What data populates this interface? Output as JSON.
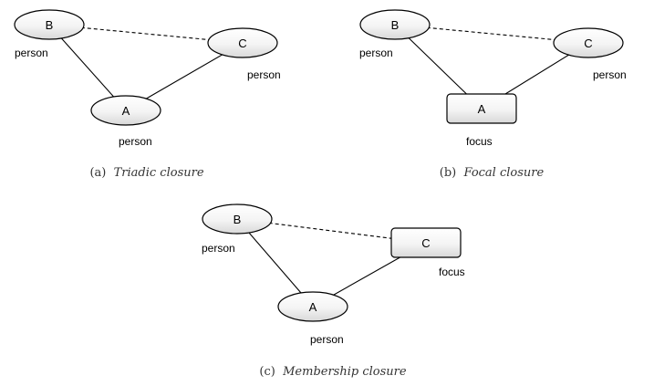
{
  "colors": {
    "shape_fill_light": "#ffffff",
    "shape_fill_dark": "#d8d8d8",
    "stroke": "#000000",
    "caption": "#333333"
  },
  "panels": [
    {
      "id": "a",
      "caption_prefix": "(a)",
      "caption_title": "Triadic closure",
      "nodes": [
        {
          "id": "B",
          "label": "B",
          "shape": "ellipse",
          "type_label": "person"
        },
        {
          "id": "C",
          "label": "C",
          "shape": "ellipse",
          "type_label": "person"
        },
        {
          "id": "A",
          "label": "A",
          "shape": "ellipse",
          "type_label": "person"
        }
      ],
      "edges": [
        {
          "from": "B",
          "to": "A",
          "style": "solid"
        },
        {
          "from": "A",
          "to": "C",
          "style": "solid"
        },
        {
          "from": "B",
          "to": "C",
          "style": "dashed"
        }
      ]
    },
    {
      "id": "b",
      "caption_prefix": "(b)",
      "caption_title": "Focal closure",
      "nodes": [
        {
          "id": "B",
          "label": "B",
          "shape": "ellipse",
          "type_label": "person"
        },
        {
          "id": "C",
          "label": "C",
          "shape": "ellipse",
          "type_label": "person"
        },
        {
          "id": "A",
          "label": "A",
          "shape": "rect",
          "type_label": "focus"
        }
      ],
      "edges": [
        {
          "from": "B",
          "to": "A",
          "style": "solid"
        },
        {
          "from": "A",
          "to": "C",
          "style": "solid"
        },
        {
          "from": "B",
          "to": "C",
          "style": "dashed"
        }
      ]
    },
    {
      "id": "c",
      "caption_prefix": "(c)",
      "caption_title": "Membership closure",
      "nodes": [
        {
          "id": "B",
          "label": "B",
          "shape": "ellipse",
          "type_label": "person"
        },
        {
          "id": "C",
          "label": "C",
          "shape": "rect",
          "type_label": "focus"
        },
        {
          "id": "A",
          "label": "A",
          "shape": "ellipse",
          "type_label": "person"
        }
      ],
      "edges": [
        {
          "from": "B",
          "to": "A",
          "style": "solid"
        },
        {
          "from": "A",
          "to": "C",
          "style": "solid"
        },
        {
          "from": "B",
          "to": "C",
          "style": "dashed"
        }
      ]
    }
  ]
}
